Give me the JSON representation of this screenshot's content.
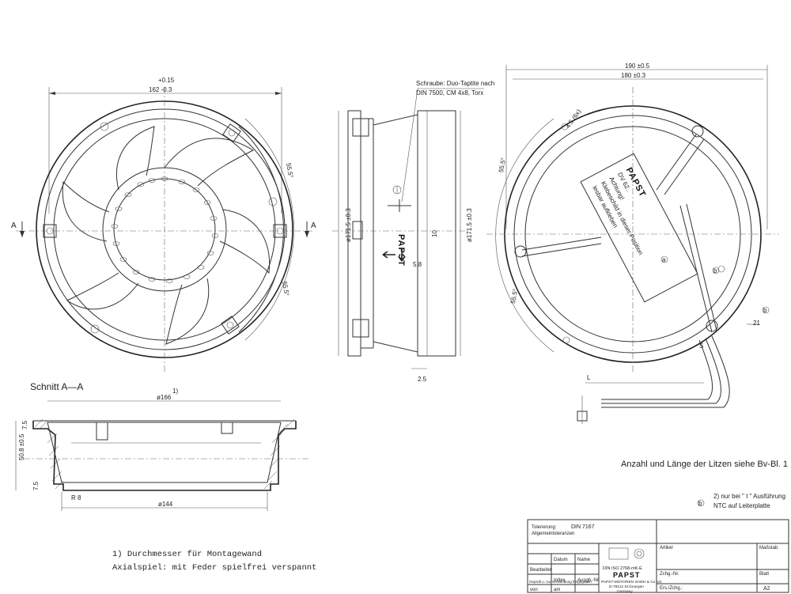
{
  "front_view": {
    "dim_top_tol": "+0.15",
    "dim_top": "162 -0.3",
    "angle_right": "55.5°",
    "angle_lower": "55.5°",
    "section_mark": "A"
  },
  "side_view": {
    "screw_note_line1": "Schraube: Duo-Taptite nach",
    "screw_note_line2": "DIN 7500, CM 4x8, Torx",
    "dim_left": "ø171.5 ±0.3",
    "dim_right": "ø171.5 ±0.3",
    "dim_small_10": "10",
    "dim_small_58": "5.8",
    "dim_bottom": "2.5",
    "brand": "PAPST"
  },
  "rear_view": {
    "dim_190": "190 ±0.5",
    "dim_180": "180 ±0.3",
    "dim_45": "4.5 (6x)",
    "angle_left": "55.5°",
    "angle_lower": "55.5°",
    "label_lines": [
      "PAPST",
      "DV 62..",
      "Achtung!",
      "Klebeschild in dieser Position",
      "lesbar aufkleben"
    ],
    "dim_21": "21",
    "dim_s": "S",
    "dim_l": "L",
    "marker_a": "a",
    "marker_b": "b"
  },
  "section": {
    "title": "Schnitt A—A",
    "dim_166": "ø166",
    "note_ref": "1)",
    "dim_height": "50.8 ±0.5",
    "dim_75_top": "7.5",
    "dim_75_bottom": "7.5",
    "radius": "R 8",
    "dim_144": "ø144"
  },
  "notes": {
    "wires": "Anzahl und Länge der Litzen siehe Bv-Bl. 1",
    "note2_line1": "2) nur bei \" I \" Ausführung",
    "note2_line2": "NTC auf Leiterplatte",
    "note2_marker": "b",
    "footnote1": "1) Durchmesser für Montagewand",
    "footnote2": "Axialspiel: mit Feder spielfrei verspannt"
  },
  "title_block": {
    "tolerance_label": "Tolerierung:",
    "tolerance_value": "DIN 7167",
    "general_tol": "Allgemeintoleranzen",
    "col_datum": "Datum",
    "col_name": "Name",
    "row_bearbeitet": "Bearbeitet",
    "col_index": "Index",
    "col_ausgnr": "Ausgb.-Nr.",
    "row_geprueft": "Geprüft u. zur Verwendung freigegeben",
    "row_von": "von",
    "row_am": "am",
    "iso_std": "DIN ISO 2768-mK-E",
    "company_brand": "PAPST",
    "company_name": "PAPST-MOTOREN GmbH & Co KG",
    "company_city": "D-78112 St.Georgen",
    "company_country": "Germany",
    "artikel": "Artikel",
    "massstab": "Maßstab",
    "zchg_nr": "Zchg.-Nr.",
    "blatt": "Blatt",
    "ers_zchg": "Ers./Zchg.:",
    "format": "A2"
  }
}
